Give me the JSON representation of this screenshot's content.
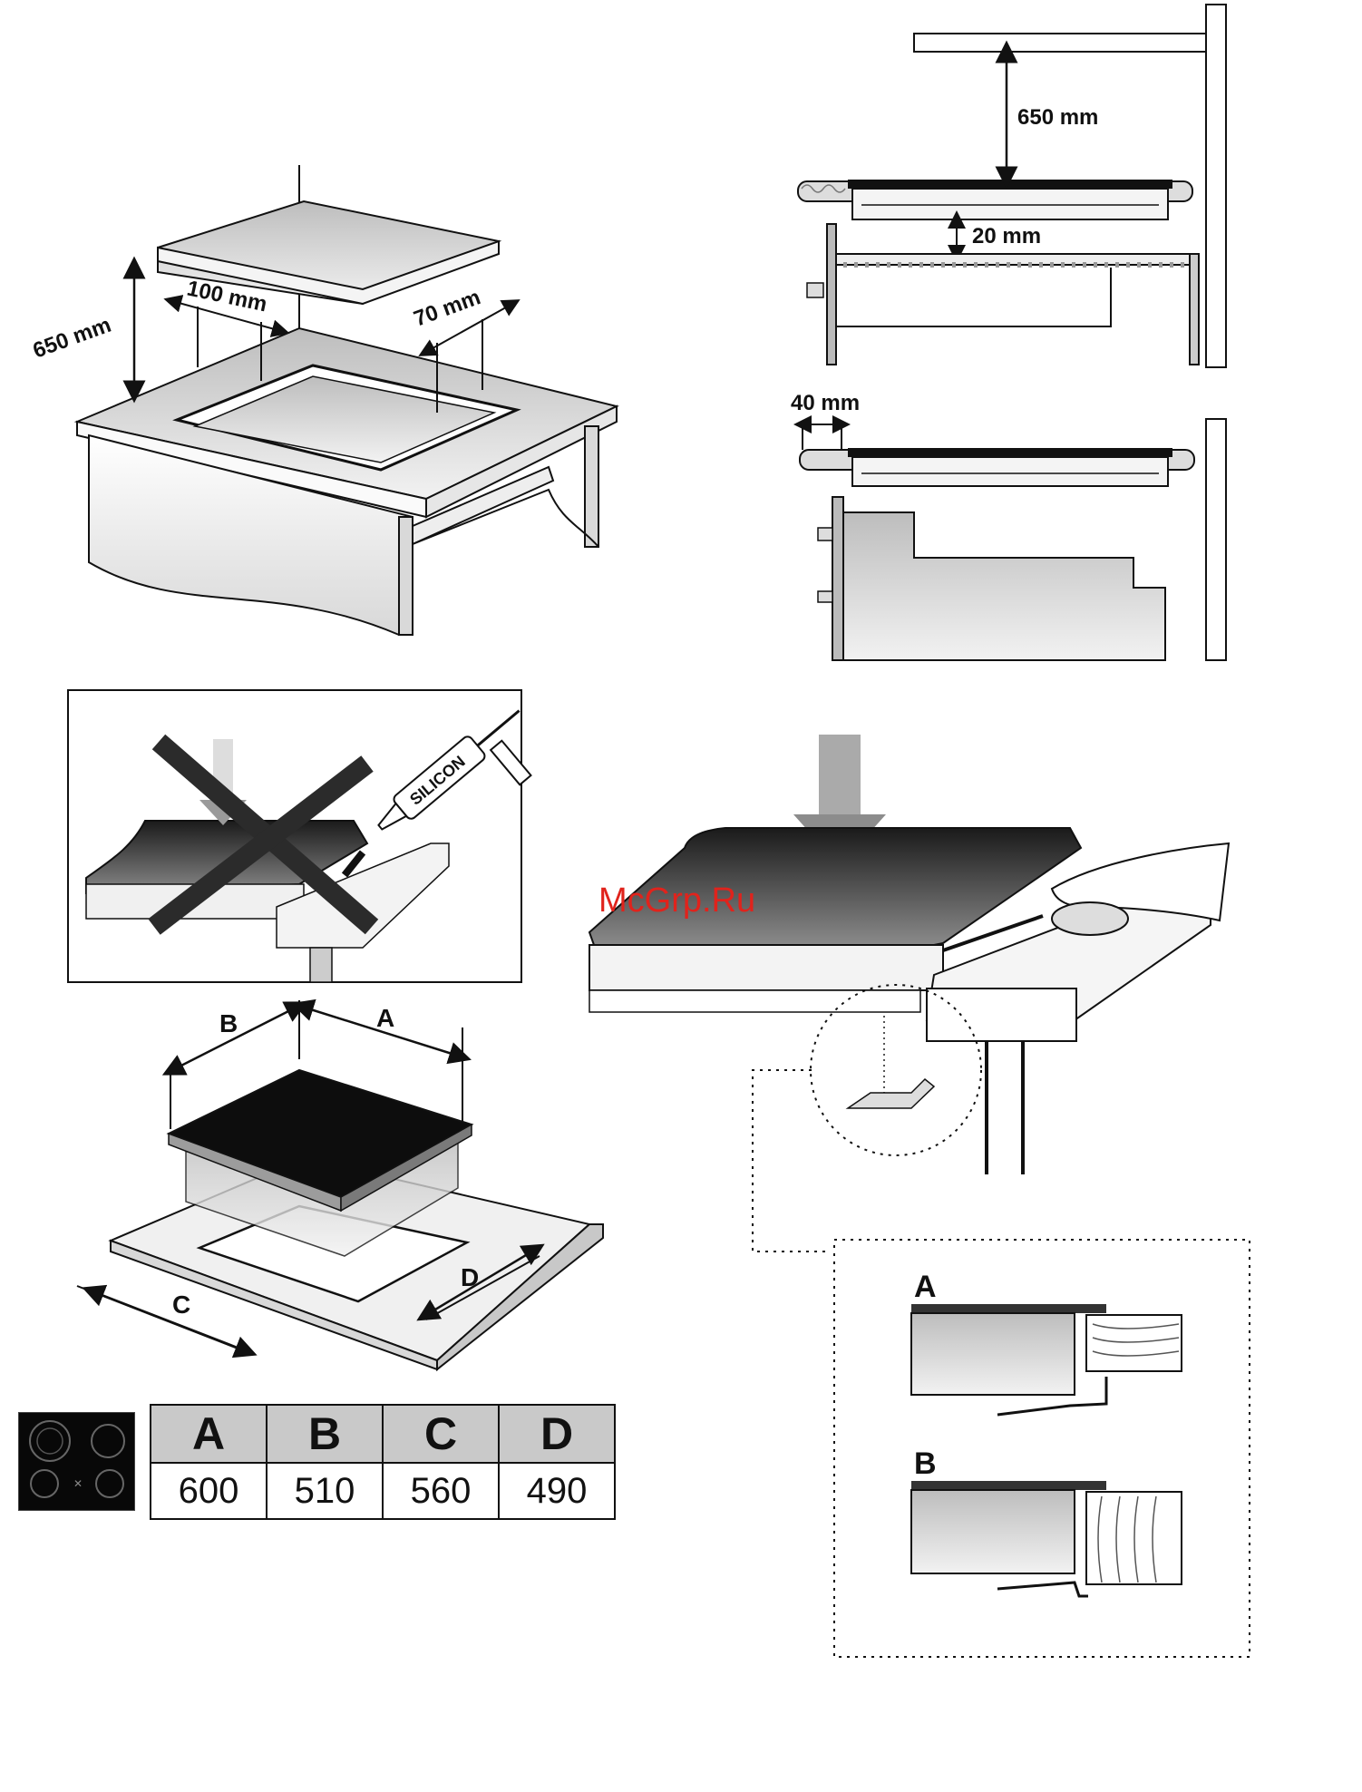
{
  "figure1": {
    "height_label": "650 mm",
    "gap_back_label": "100 mm",
    "gap_side_label": "70 mm"
  },
  "figure2": {
    "height_label": "650 mm",
    "gap_below_label": "20 mm"
  },
  "figure3": {
    "gap_wall_label": "40 mm"
  },
  "figure4": {
    "cartridge_text": "SILICON"
  },
  "figure5": {
    "dim_a": "A",
    "dim_b": "B",
    "dim_c": "C",
    "dim_d": "D"
  },
  "figure6": {
    "watermark": "McGrp.Ru"
  },
  "figure7": {
    "detail_a": "A",
    "detail_b": "B"
  },
  "dimensions_table": {
    "headers": [
      "A",
      "B",
      "C",
      "D"
    ],
    "values": [
      "600",
      "510",
      "560",
      "490"
    ]
  }
}
